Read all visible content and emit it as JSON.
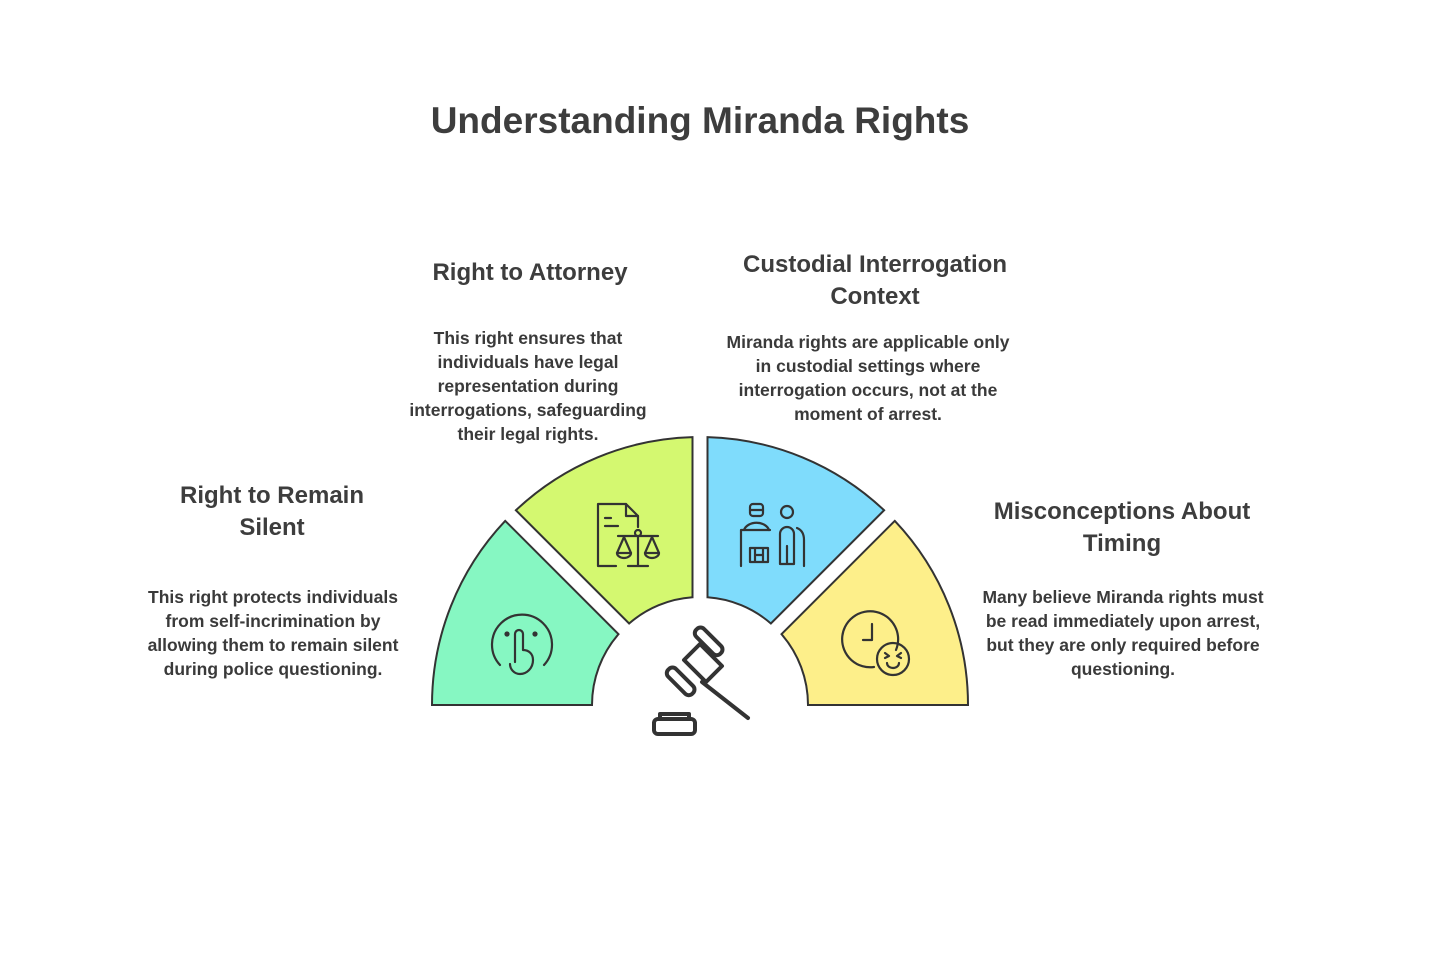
{
  "title": "Understanding Miranda Rights",
  "colors": {
    "stroke": "#333333",
    "green": "#86f7c2",
    "lime": "#d4f870",
    "blue": "#7fdcfc",
    "yellow": "#fdef8a"
  },
  "sections": [
    {
      "heading": [
        "Right to Remain",
        "Silent"
      ],
      "description": [
        "This right protects individuals",
        "from self-incrimination by",
        "allowing them to remain silent",
        "during police questioning."
      ],
      "icon": "shush-face-icon"
    },
    {
      "heading": [
        "Right to Attorney"
      ],
      "description": [
        "This right ensures that",
        "individuals have legal",
        "representation during",
        "interrogations, safeguarding",
        "their legal rights."
      ],
      "icon": "legal-document-scales-icon"
    },
    {
      "heading": [
        "Custodial Interrogation",
        "Context"
      ],
      "description": [
        "Miranda rights are applicable only",
        "in custodial settings where",
        "interrogation occurs, not at the",
        "moment of arrest."
      ],
      "icon": "officer-and-person-icon"
    },
    {
      "heading": [
        "Misconceptions About",
        "Timing"
      ],
      "description": [
        "Many believe Miranda rights must",
        "be read immediately upon arrest,",
        "but they are only required before",
        "questioning."
      ],
      "icon": "clock-with-face-icon"
    }
  ],
  "center_icon": "gavel-icon"
}
